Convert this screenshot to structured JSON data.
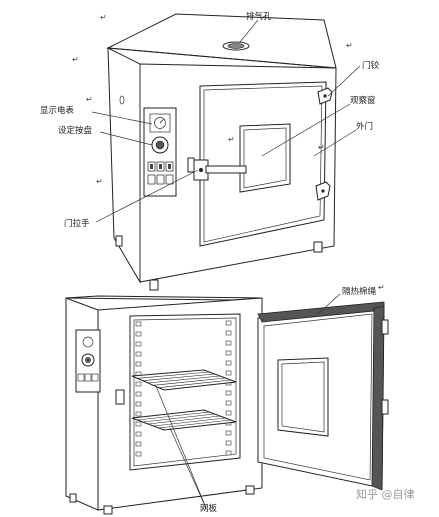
{
  "labels": {
    "exhaust_hole": "排气孔",
    "door_hinge": "门铰",
    "display_meter": "显示电表",
    "viewing_window": "观察窗",
    "setting_dial": "设定按盘",
    "outer_door": "外门",
    "door_handle": "门拉手",
    "insulation": "隔热棉绳",
    "shelf": "网板"
  },
  "edit_marks": [
    "↵",
    "↵",
    "↵",
    "↵",
    "↵",
    "↵",
    "↵",
    "↵"
  ],
  "watermark": "知乎 @自律"
}
